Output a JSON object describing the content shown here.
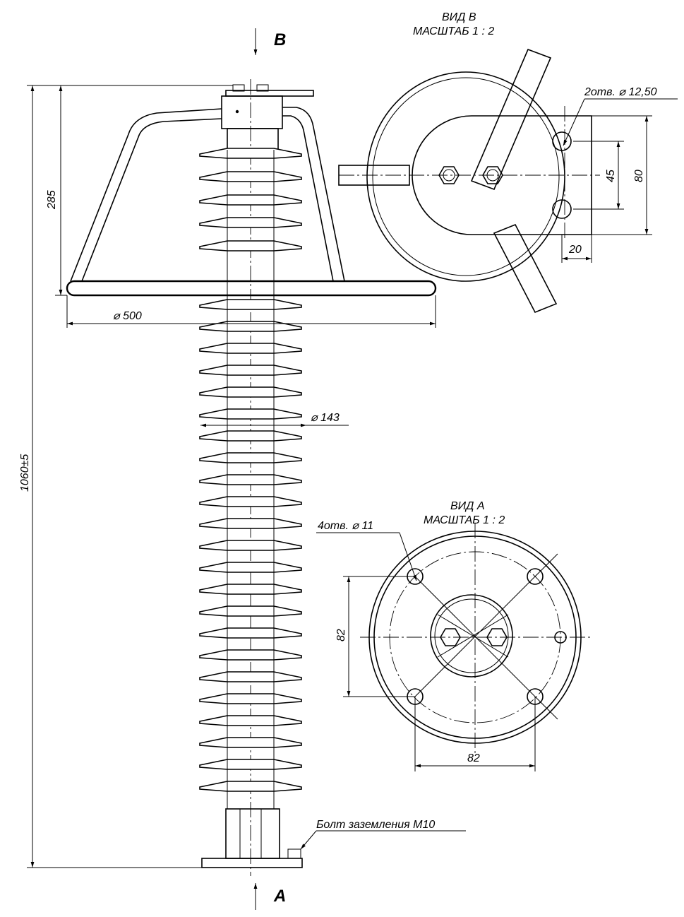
{
  "views": {
    "B": {
      "arrow_label": "B",
      "title_line1": "ВИД В",
      "title_line2": "МАСШТАБ 1 : 2",
      "hole_callout": "2отв. ⌀ 12,50",
      "dim_45": "45",
      "dim_80": "80",
      "dim_20": "20"
    },
    "A": {
      "arrow_label": "A",
      "title_line1": "ВИД А",
      "title_line2": "МАСШТАБ 1 : 2",
      "hole_callout": "4отв. ⌀ 11",
      "dim_82_vertical": "82",
      "dim_82_horizontal": "82"
    }
  },
  "main": {
    "dim_overall_height": "1060±5",
    "dim_ring_height": "285",
    "dim_ring_diameter": "⌀ 500",
    "dim_shed_diameter": "⌀ 143",
    "ground_bolt_label": "Болт заземления М10"
  }
}
